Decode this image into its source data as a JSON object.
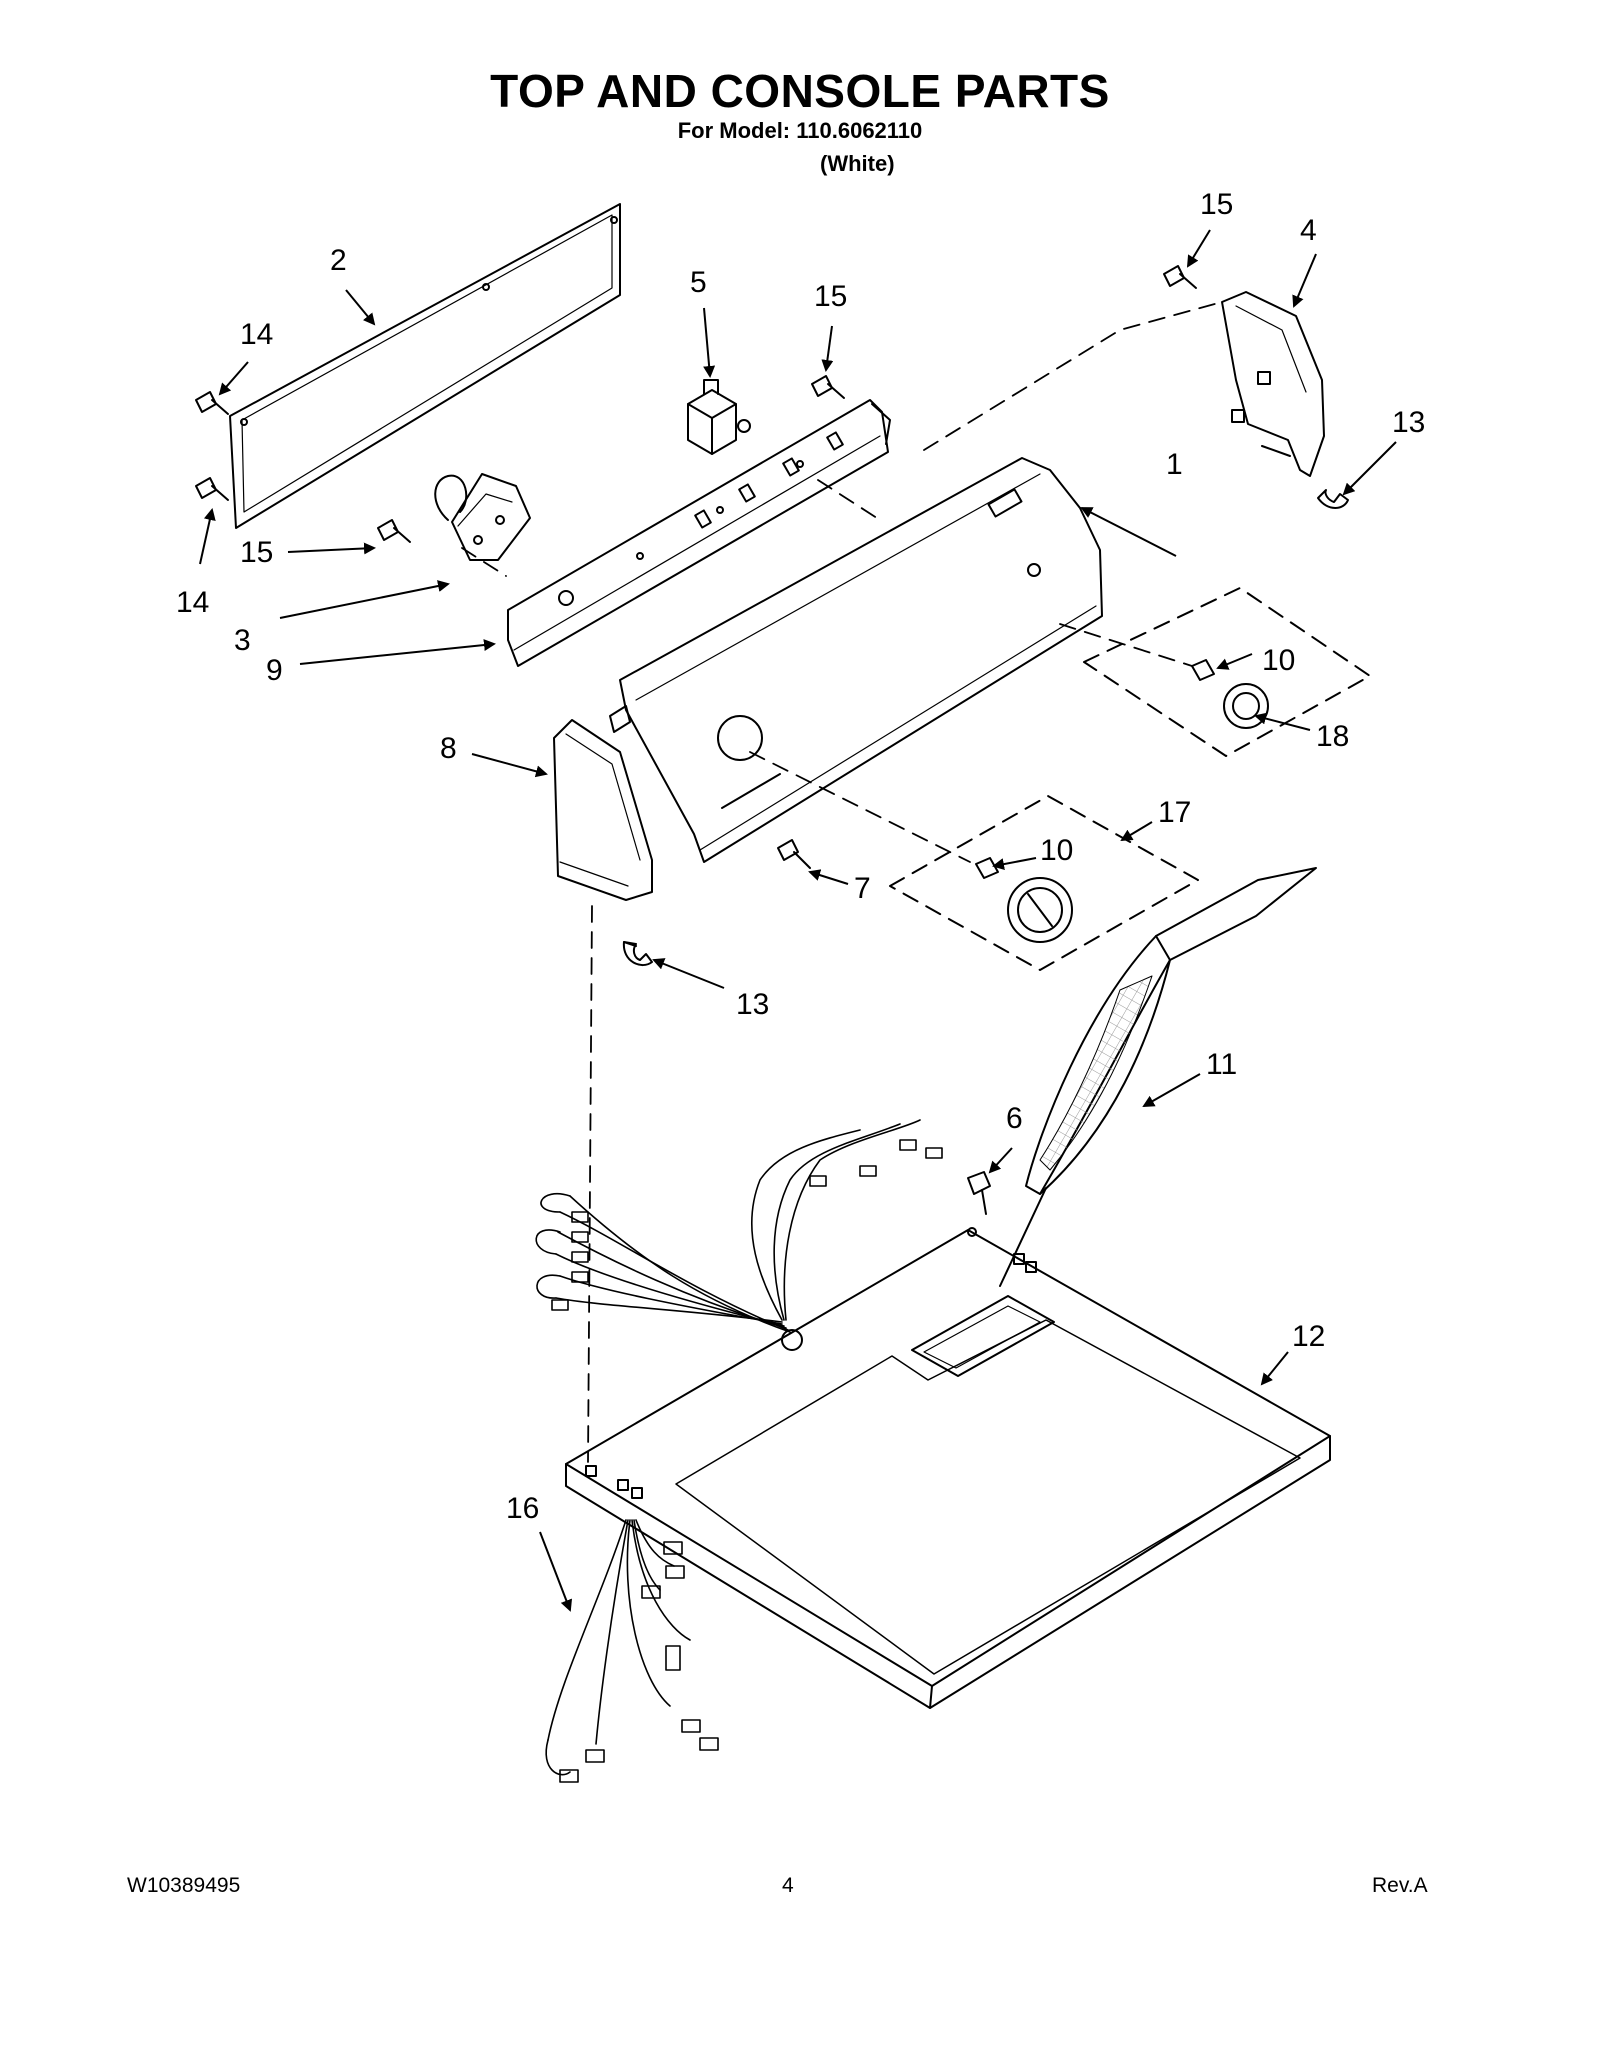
{
  "header": {
    "title": "TOP AND CONSOLE PARTS",
    "model_line": "For Model: 110.6062110",
    "color_line": "(White)"
  },
  "callouts": {
    "c1": "1",
    "c2": "2",
    "c3": "3",
    "c4": "4",
    "c5": "5",
    "c6": "6",
    "c7": "7",
    "c8": "8",
    "c9": "9",
    "c10a": "10",
    "c10b": "10",
    "c11": "11",
    "c12": "12",
    "c13a": "13",
    "c13b": "13",
    "c14a": "14",
    "c14b": "14",
    "c15a": "15",
    "c15b": "15",
    "c15c": "15",
    "c16": "16",
    "c17": "17",
    "c18": "18"
  },
  "footer": {
    "doc_number": "W10389495",
    "page_number": "4",
    "revision": "Rev.A"
  }
}
